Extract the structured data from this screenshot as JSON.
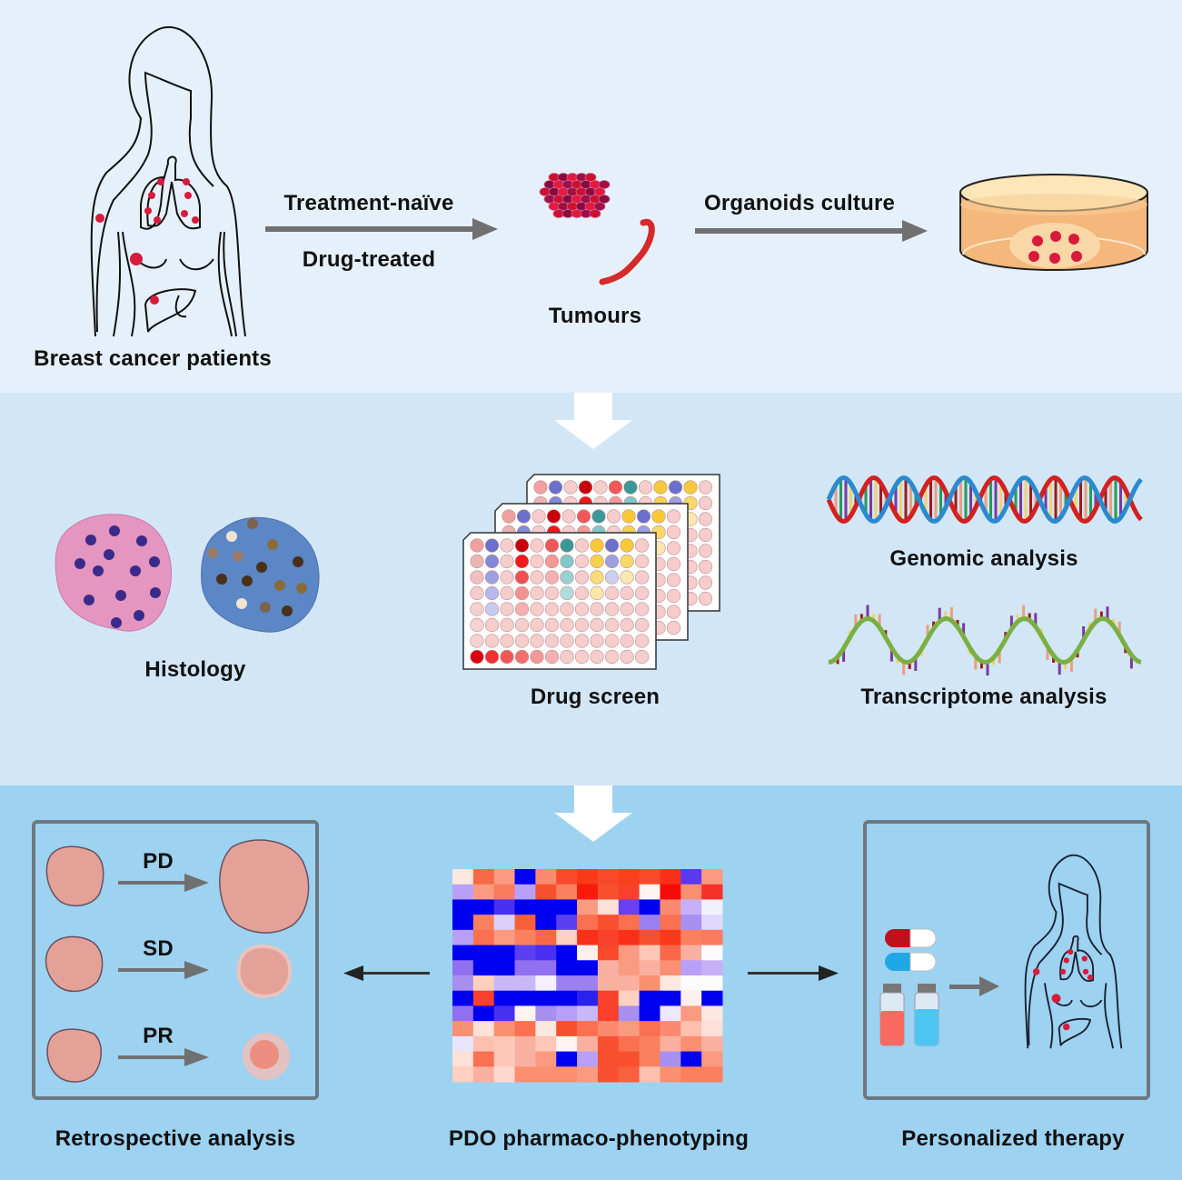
{
  "figure": {
    "stage1": {
      "patients_label": "Breast cancer patients",
      "arrow1_top_label": "Treatment-naïve",
      "arrow1_bottom_label": "Drug-treated",
      "tumours_label": "Tumours",
      "arrow2_label": "Organoids culture"
    },
    "stage2": {
      "histology_label": "Histology",
      "drug_screen_label": "Drug screen",
      "genomic_label": "Genomic analysis",
      "transcriptome_label": "Transcriptome analysis"
    },
    "stage3": {
      "retrospective_label": "Retrospective analysis",
      "pdo_label": "PDO pharmaco-phenotyping",
      "therapy_label": "Personalized therapy",
      "responses": [
        {
          "label": "PD"
        },
        {
          "label": "SD"
        },
        {
          "label": "PR"
        }
      ]
    },
    "colors": {
      "stage1_bg": "#e6f0fa",
      "stage2_bg": "#d2e6f6",
      "stage3_bg": "#9dd2f1",
      "arrow_gray": "#707070",
      "tumour_red": "#d81b3c"
    },
    "heatmap": {
      "rows": 14,
      "cols": 13,
      "cells": [
        [
          "#fde8e0",
          "#f86848",
          "#fa9a80",
          "#0000f0",
          "#fa8a70",
          "#f84a2a",
          "#f83a1a",
          "#f84a2a",
          "#f8401e",
          "#f84a2a",
          "#f8301a",
          "#5a3af0",
          "#fa9a80"
        ],
        [
          "#b8a0f8",
          "#fa9a80",
          "#fa7a60",
          "#b8a0f8",
          "#f8502e",
          "#fa8060",
          "#f81a0a",
          "#f8502e",
          "#f8402a",
          "#fdf4f0",
          "#f80a08",
          "#fa9070",
          "#f8302a"
        ],
        [
          "#0000f0",
          "#0000f0",
          "#4a30f0",
          "#0000f0",
          "#0000f0",
          "#0000f0",
          "#fa9a80",
          "#fde0d8",
          "#6a40f0",
          "#0000f0",
          "#fa8a70",
          "#c8b0f8",
          "#f0f0fc"
        ],
        [
          "#0000f0",
          "#fa8060",
          "#dcd0fa",
          "#f8603a",
          "#0000f0",
          "#5a40f0",
          "#fa7050",
          "#f85030",
          "#fa7050",
          "#9a80f0",
          "#fa7050",
          "#a890f0",
          "#e0d8fc"
        ],
        [
          "#b8a0f8",
          "#fa7050",
          "#fa9a80",
          "#fa8060",
          "#f86848",
          "#fdd0c0",
          "#f8301a",
          "#f8402a",
          "#f8301a",
          "#f8502e",
          "#f83a1a",
          "#fa8060",
          "#fa7a60"
        ],
        [
          "#0000f0",
          "#0000f0",
          "#0000f0",
          "#5a40f0",
          "#4a30f0",
          "#0000f0",
          "#fdf0ec",
          "#f84a2a",
          "#fa9a80",
          "#fdc8b8",
          "#f86848",
          "#fab0a0",
          "#fcfcfe"
        ],
        [
          "#9070f0",
          "#0000f0",
          "#0000f0",
          "#9070f0",
          "#9070f0",
          "#0000f0",
          "#0000f0",
          "#fab0a0",
          "#fa9a80",
          "#fab0a0",
          "#fa9070",
          "#b8a0f8",
          "#c8b0f8"
        ],
        [
          "#a890f0",
          "#fdd0c0",
          "#c8b8f8",
          "#c8b8f8",
          "#f4f0fe",
          "#9a80f0",
          "#9a80f0",
          "#fab0a0",
          "#fab0a0",
          "#fa9070",
          "#fde8e0",
          "#fcfcfe",
          "#fcfcfe"
        ],
        [
          "#0000f0",
          "#f8402a",
          "#0000f0",
          "#0000f0",
          "#0000f0",
          "#0000f0",
          "#2a20f0",
          "#f8402a",
          "#fdd0c0",
          "#0000f0",
          "#0000f0",
          "#fdf0ec",
          "#0000f0"
        ],
        [
          "#9070f0",
          "#0000f0",
          "#4a30f0",
          "#fdf4f0",
          "#a890f0",
          "#b8a0f8",
          "#c8b8f8",
          "#f8402a",
          "#a890f0",
          "#0000f0",
          "#eee8fc",
          "#fa9a80",
          "#fde8e0"
        ],
        [
          "#fa9070",
          "#fde0d8",
          "#fa9070",
          "#fa7050",
          "#fde8e0",
          "#f8502e",
          "#fa7050",
          "#fa8a70",
          "#fa9a80",
          "#fa7050",
          "#fa8a70",
          "#fdc0b0",
          "#fde0d8"
        ],
        [
          "#e8e4fc",
          "#fdc0b0",
          "#fdc8b8",
          "#fab0a0",
          "#fdc8b8",
          "#fdf4f0",
          "#fab0a0",
          "#f85030",
          "#fa7050",
          "#fa8060",
          "#fab0a0",
          "#fa9070",
          "#fab0a0"
        ],
        [
          "#fde0d8",
          "#fa7050",
          "#fdc8b8",
          "#fab0a0",
          "#fa9a80",
          "#0000f0",
          "#b8a0f8",
          "#f8502e",
          "#f8502e",
          "#fa8060",
          "#a890f0",
          "#0000f0",
          "#fa9a80"
        ],
        [
          "#fdd0c0",
          "#fab0a0",
          "#fdd8cc",
          "#fa9070",
          "#fa9070",
          "#fa9070",
          "#fa9a80",
          "#f85030",
          "#f86040",
          "#fdc0b0",
          "#fa9070",
          "#fa8060",
          "#fa8060"
        ]
      ]
    },
    "plates": {
      "columns": [
        [
          "#f0a0a0",
          "#e8b4b4",
          "#f0c0c0",
          "#f4cccc",
          "#f6d0d0",
          "#f6d2d2",
          "#f6d2d2",
          "#d80010"
        ],
        [
          "#6a70cc",
          "#8488d8",
          "#9ca0e0",
          "#b4b8ec",
          "#c8caf0",
          "#f6cccc",
          "#f6cccc",
          "#f03030"
        ],
        [
          "#f6cccc",
          "#f6cccc",
          "#f6cccc",
          "#f6cccc",
          "#f6cccc",
          "#f6cccc",
          "#f6cccc",
          "#f05858"
        ],
        [
          "#c8000c",
          "#f01818",
          "#f05050",
          "#f49090",
          "#f6b0b0",
          "#f6cccc",
          "#f6cccc",
          "#f47070"
        ],
        [
          "#f6cccc",
          "#f6cccc",
          "#f6cccc",
          "#f6cccc",
          "#f6cccc",
          "#f6cccc",
          "#f6cccc",
          "#f49898"
        ],
        [
          "#f05858",
          "#f49898",
          "#f6b0b0",
          "#f6cccc",
          "#f6cccc",
          "#f6cccc",
          "#f6cccc",
          "#f6b0b0"
        ],
        [
          "#3a9898",
          "#80c8c8",
          "#98d0d0",
          "#b0dcdc",
          "#f6cccc",
          "#f6cccc",
          "#f6cccc",
          "#f6cccc"
        ],
        [
          "#f6cccc",
          "#f6cccc",
          "#f6cccc",
          "#f6cccc",
          "#f6cccc",
          "#f6cccc",
          "#f6cccc",
          "#f6cccc"
        ],
        [
          "#f8c838",
          "#f8d050",
          "#f8dc78",
          "#fce8a8",
          "#f6cccc",
          "#f6cccc",
          "#f6cccc",
          "#f6cccc"
        ],
        [
          "#6a70cc",
          "#9ca0e0",
          "#ccd0f0",
          "#f6cccc",
          "#f6cccc",
          "#f6cccc",
          "#f6cccc",
          "#f6cccc"
        ],
        [
          "#f8c838",
          "#f8d868",
          "#fce8b0",
          "#f6cccc",
          "#f6cccc",
          "#f6cccc",
          "#f6cccc",
          "#f6cccc"
        ],
        [
          "#f6cccc",
          "#f6cccc",
          "#f6cccc",
          "#f6cccc",
          "#f6cccc",
          "#f6cccc",
          "#f6cccc",
          "#f6cccc"
        ]
      ]
    }
  }
}
